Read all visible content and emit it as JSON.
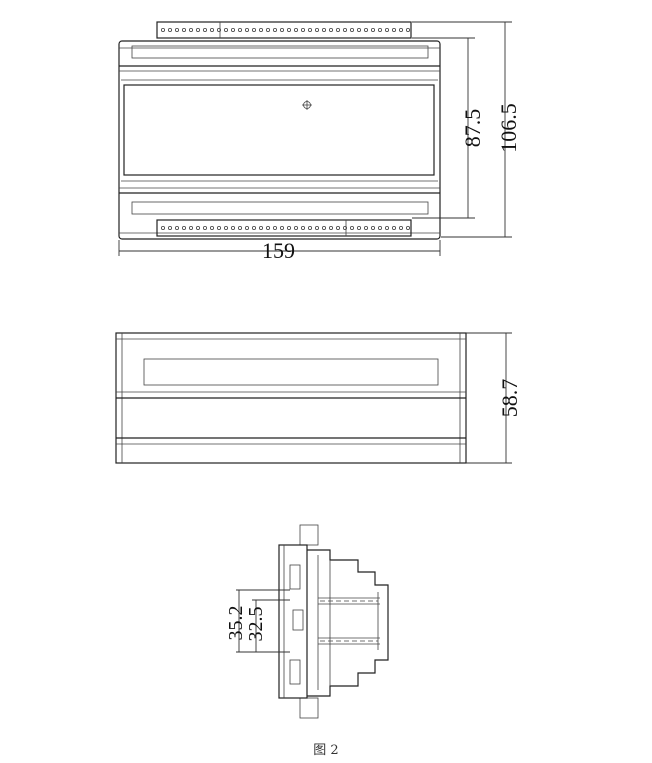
{
  "top_view": {
    "dim_width": "159",
    "dim_inner_height": "87.5",
    "dim_outer_height": "106.5"
  },
  "side_view": {
    "dim_depth": "58.7"
  },
  "end_view": {
    "dim_a": "35.2",
    "dim_b": "32.5"
  },
  "caption": "图 2"
}
